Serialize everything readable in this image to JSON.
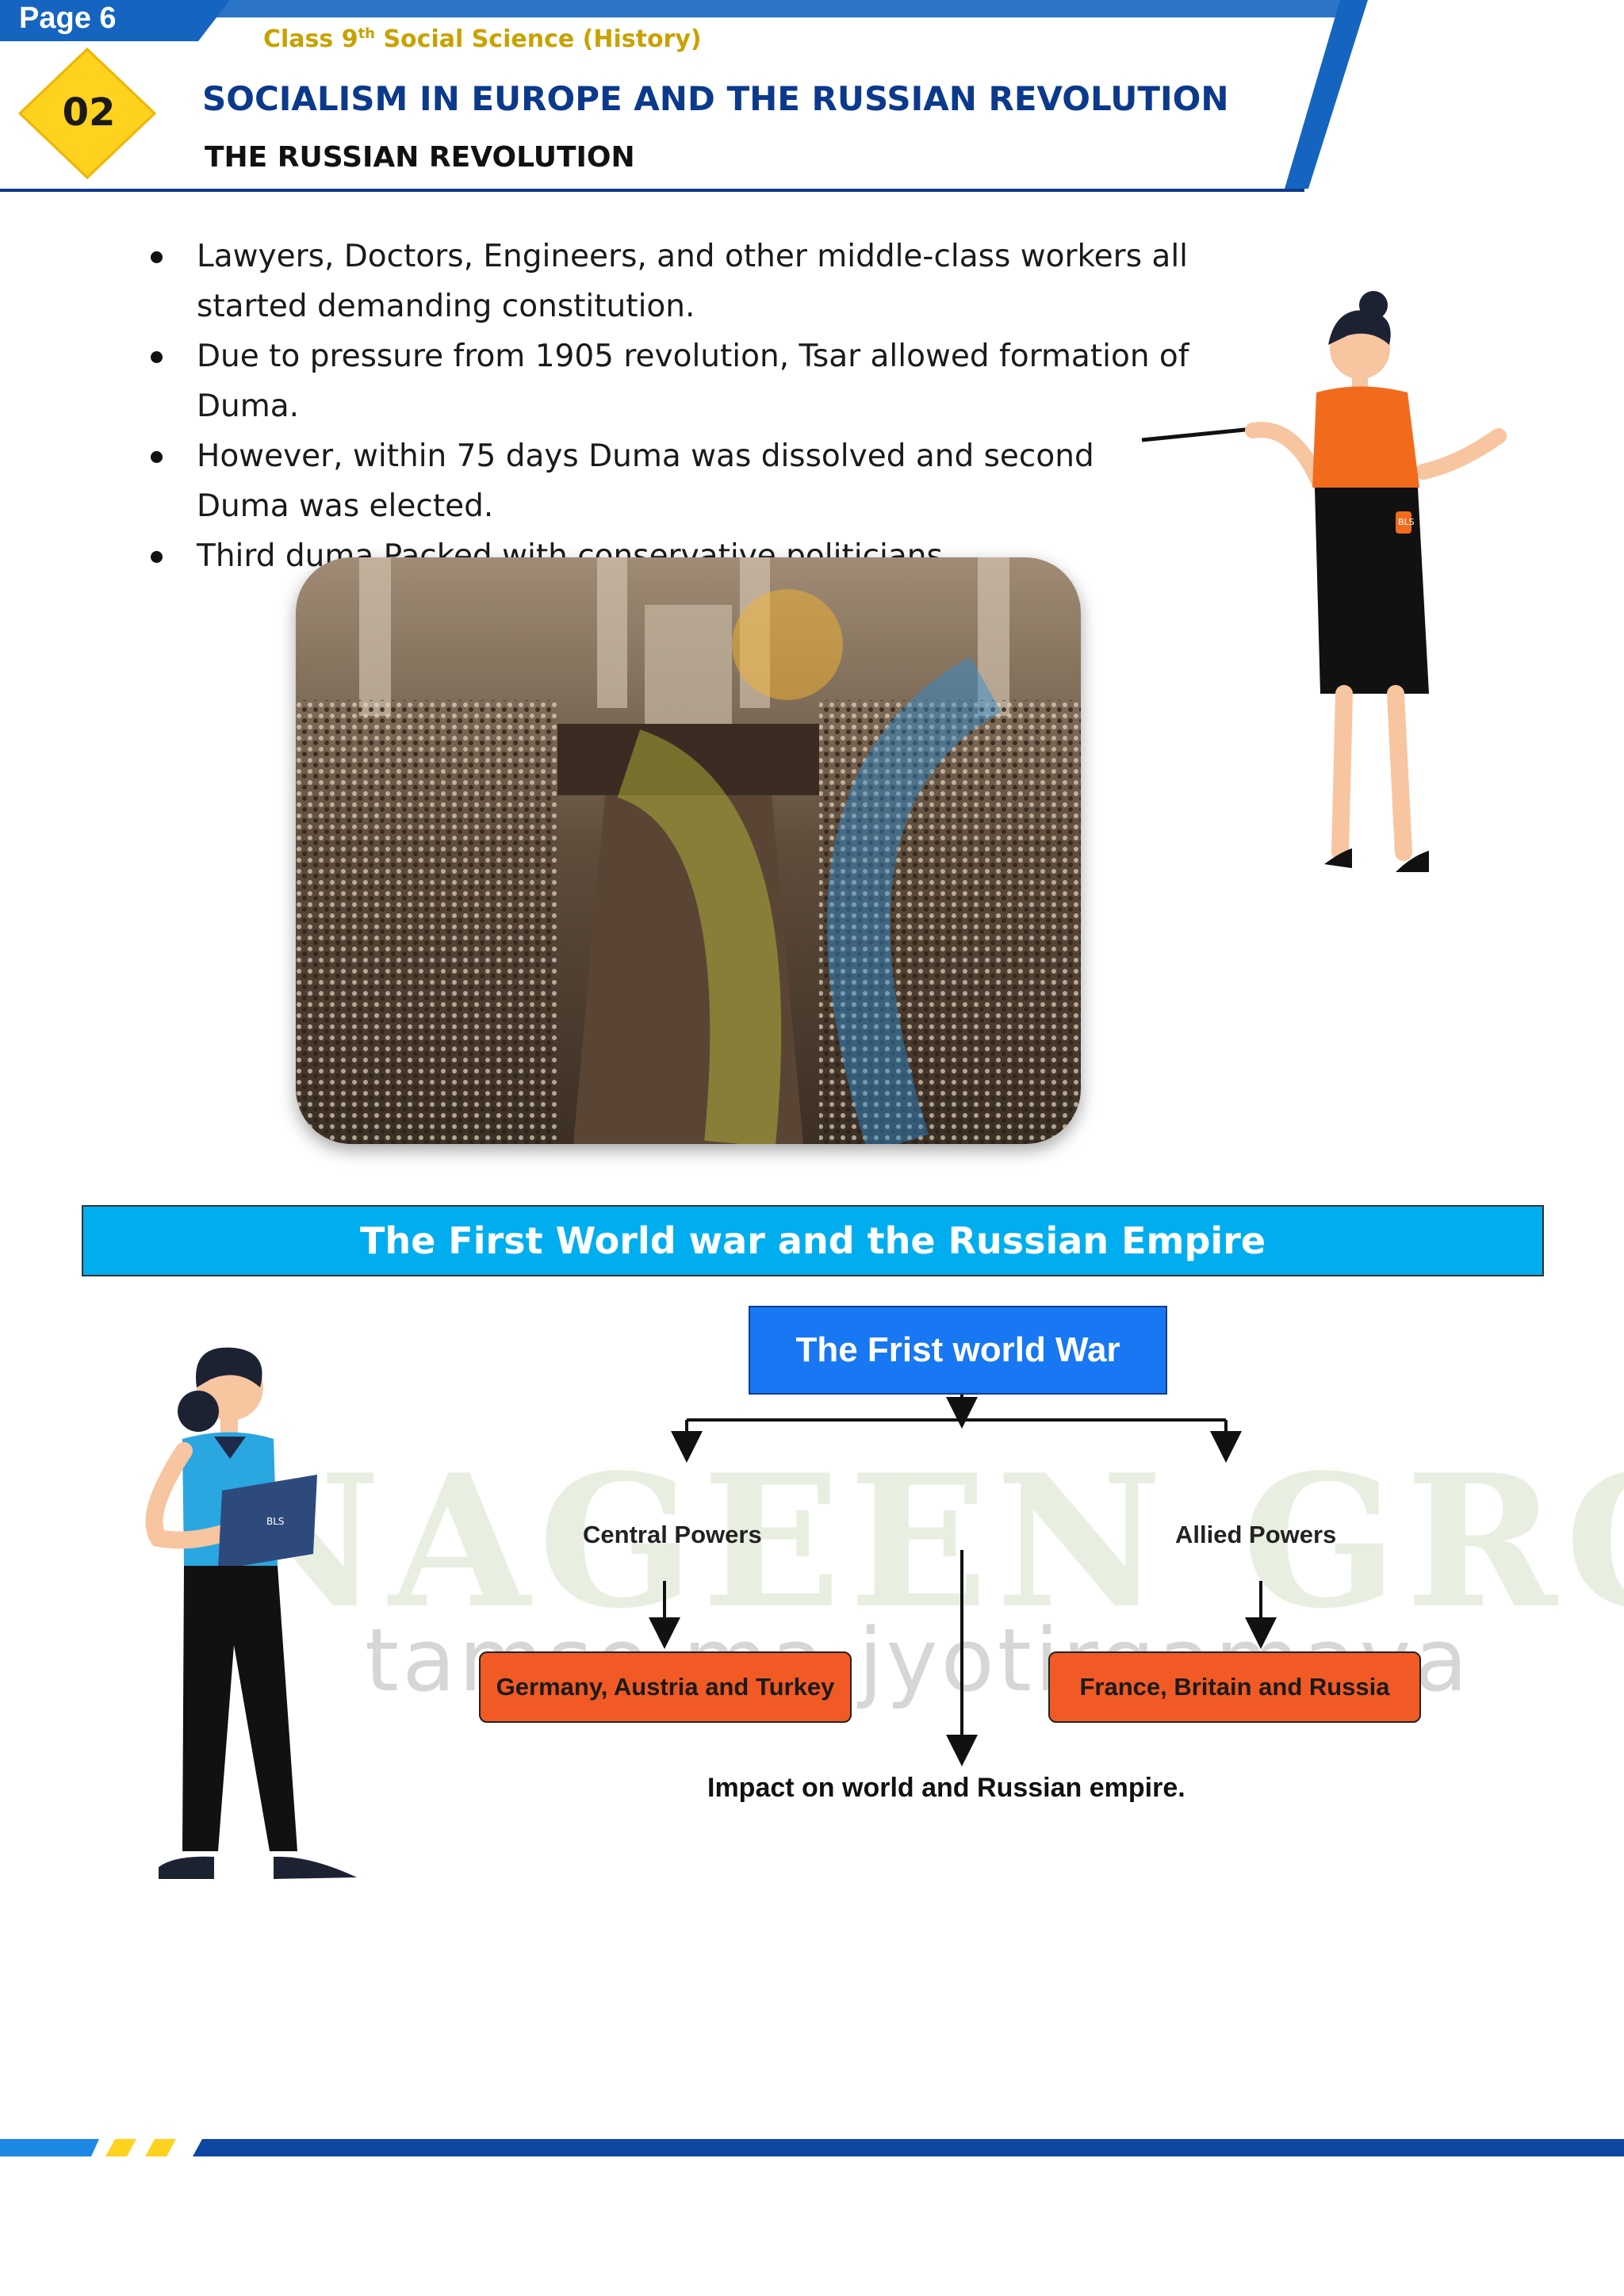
{
  "header": {
    "page_label": "Page 6",
    "class_prefix": "Class 9",
    "class_sup": "th",
    "class_suffix": " Social Science (History)",
    "chapter_number": "02",
    "chapter_title": "SOCIALISM IN EUROPE AND THE RUSSIAN REVOLUTION",
    "section_title": "THE RUSSIAN REVOLUTION"
  },
  "bullets": [
    "Lawyers, Doctors, Engineers, and other middle-class workers all started demanding constitution.",
    "Due to pressure from 1905 revolution, Tsar allowed formation of Duma.",
    "However, within 75 days Duma was dissolved and second Duma was elected.",
    "Third duma Packed with conservative politicians."
  ],
  "section_banner": "The First World war and the Russian Empire",
  "diagram": {
    "top": "The Frist world War",
    "left_label": "Central Powers",
    "right_label": "Allied Powers",
    "left_box": "Germany, Austria and Turkey",
    "right_box": "France, Britain and Russia",
    "bottom": "Impact on world and Russian empire."
  },
  "figure_badges": {
    "top_teacher_badge": "BLS",
    "bottom_teacher_badge": "BLS"
  },
  "watermark": {
    "brand": "NAGEEN GROUP",
    "motto": "tamso ma jyotirgamaya"
  },
  "colors": {
    "header_blue": "#0b3a8c",
    "accent_blue": "#1565c0",
    "banner_cyan": "#00aeef",
    "box_blue": "#1877f2",
    "box_orange": "#f15a24",
    "badge_yellow": "#ffd21f",
    "class_gold": "#c9a100"
  }
}
